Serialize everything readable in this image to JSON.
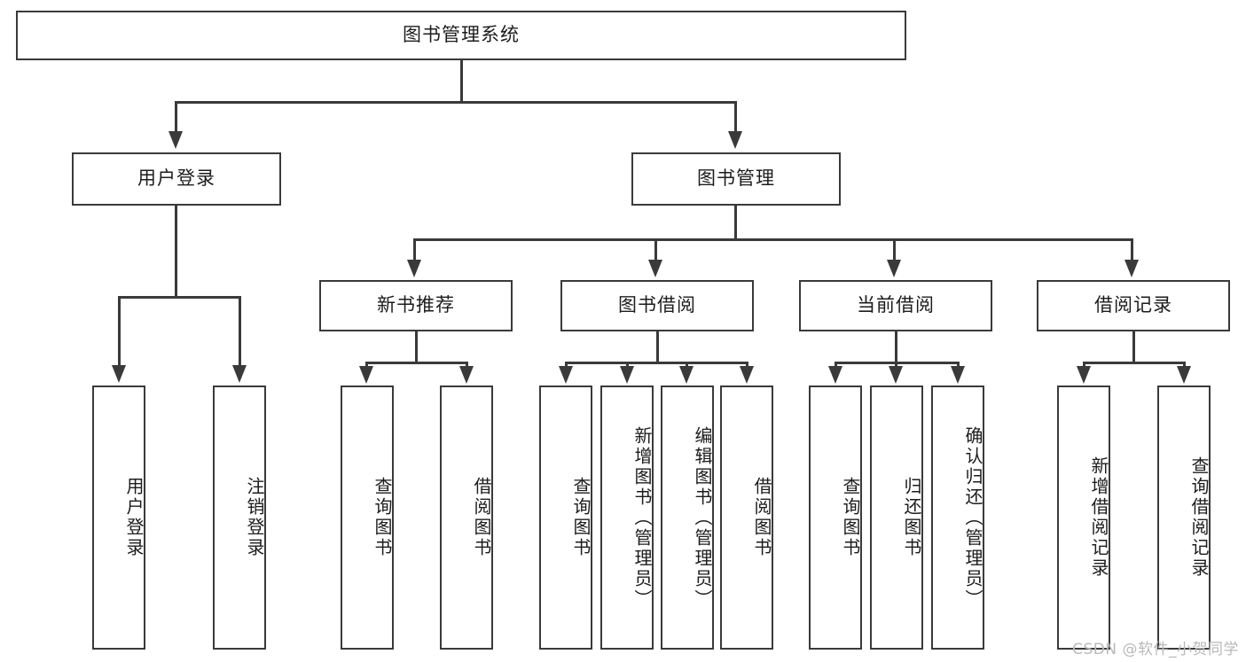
{
  "diagram": {
    "title": "图书管理系统",
    "root": {
      "label": "图书管理系统"
    },
    "level2": [
      {
        "label": "用户登录"
      },
      {
        "label": "图书管理"
      }
    ],
    "level3": [
      {
        "label": "新书推荐"
      },
      {
        "label": "图书借阅"
      },
      {
        "label": "当前借阅"
      },
      {
        "label": "借阅记录"
      }
    ],
    "leaves": {
      "user_login": [
        {
          "label": "用户登录"
        },
        {
          "label": "注销登录"
        }
      ],
      "new_book_recommend": [
        {
          "label": "查询图书"
        },
        {
          "label": "借阅图书"
        }
      ],
      "book_borrow": [
        {
          "label": "查询图书"
        },
        {
          "label": "新增图书（管理员）"
        },
        {
          "label": "编辑图书（管理员）"
        },
        {
          "label": "借阅图书"
        }
      ],
      "current_borrow": [
        {
          "label": "查询图书"
        },
        {
          "label": "归还图书"
        },
        {
          "label": "确认归还（管理员）"
        }
      ],
      "borrow_record": [
        {
          "label": "新增借阅记录"
        },
        {
          "label": "查询借阅记录"
        }
      ]
    }
  },
  "watermark": {
    "text": "CSDN @软件_小贺同学"
  },
  "colors": {
    "stroke": "#3a3a3a",
    "background": "#ffffff",
    "text": "#1c1c1c",
    "watermark": "#b9b9b9"
  }
}
